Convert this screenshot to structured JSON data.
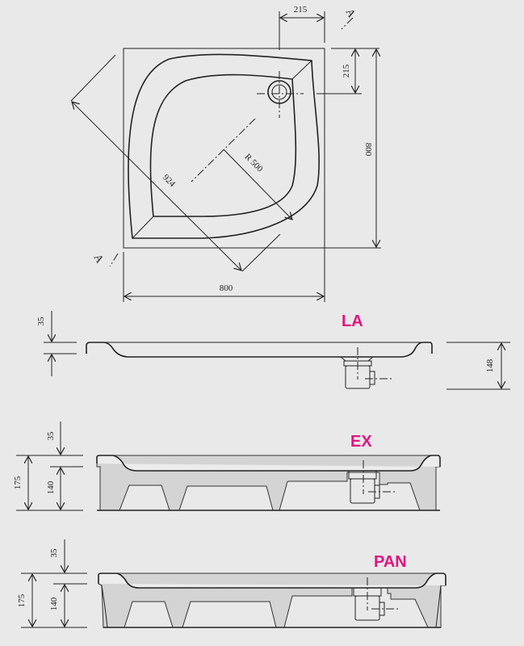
{
  "top_view": {
    "dim_drain_x": "215",
    "dim_drain_y": "215",
    "dim_width": "800",
    "dim_depth": "800",
    "dim_diagonal": "924",
    "dim_radius": "R 500",
    "section_mark": "A"
  },
  "side_views": [
    {
      "label": "LA",
      "dim_rim": "35",
      "dim_height": "148"
    },
    {
      "label": "EX",
      "dim_rim": "35",
      "dim_body": "140",
      "dim_total": "175"
    },
    {
      "label": "PAN",
      "dim_rim": "35",
      "dim_body": "140",
      "dim_total": "175"
    }
  ],
  "colors": {
    "label": "#e0157f",
    "background": "#e9e9e9"
  }
}
